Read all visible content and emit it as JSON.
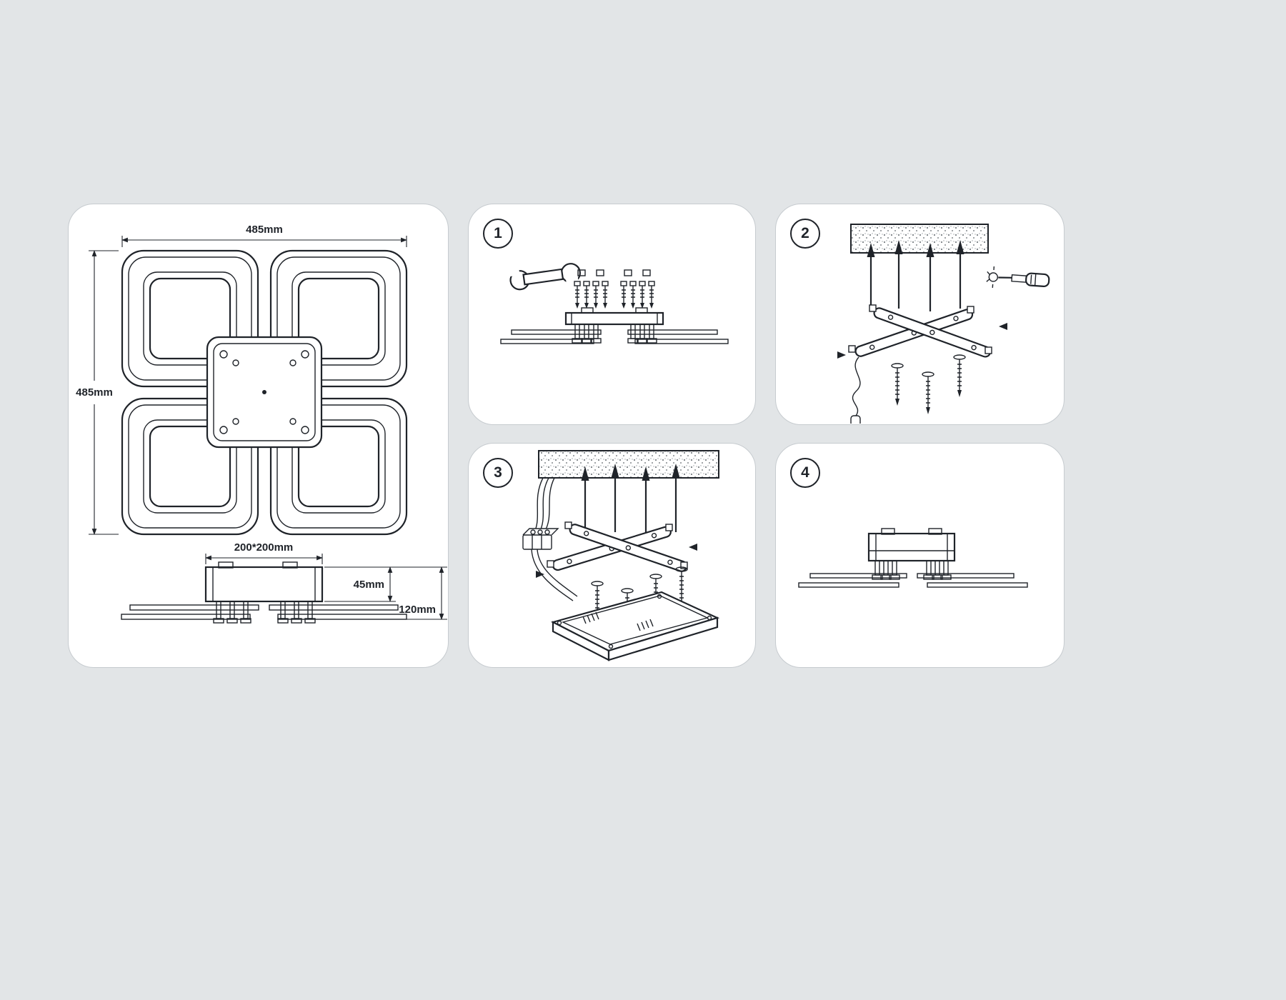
{
  "colors": {
    "background": "#e2e5e7",
    "line": "#1f2329",
    "panel_border": "#c6cbcf",
    "panel_fill": "#ffffff"
  },
  "dimension_labels": {
    "overall_width": "485mm",
    "overall_height": "485mm",
    "base_size": "200*200mm",
    "base_height": "45mm",
    "total_height": "120mm"
  },
  "steps": [
    {
      "number": "1"
    },
    {
      "number": "2"
    },
    {
      "number": "3"
    },
    {
      "number": "4"
    }
  ]
}
